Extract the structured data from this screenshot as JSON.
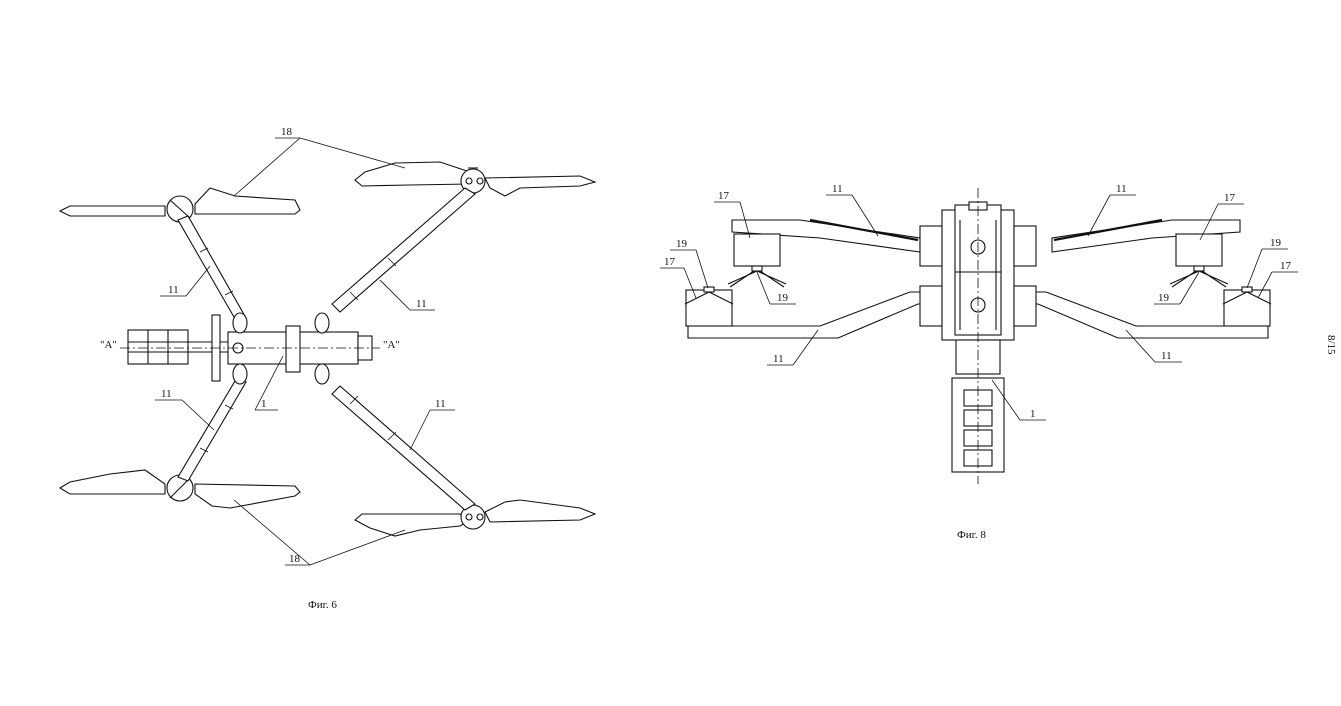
{
  "fig6": {
    "caption": "Фиг. 6",
    "labels": {
      "blade_top": "18",
      "blade_bottom": "18",
      "arm_ul": "11",
      "arm_ur": "11",
      "arm_ll": "11",
      "arm_lr": "11",
      "frame": "1",
      "section_left": "\"A\"",
      "section_right": "\"A\""
    }
  },
  "fig8": {
    "caption": "Фиг. 8",
    "labels": {
      "arm_ul": "11",
      "arm_ur": "11",
      "arm_ll": "11",
      "arm_lr": "11",
      "box_ul": "17",
      "box_ur": "17",
      "box_ll": "17",
      "box_lr": "17",
      "nozzle_ul": "19",
      "nozzle_ur": "19",
      "nozzle_ll": "19",
      "nozzle_lr": "19",
      "frame": "1"
    }
  },
  "page_number": "8/15"
}
